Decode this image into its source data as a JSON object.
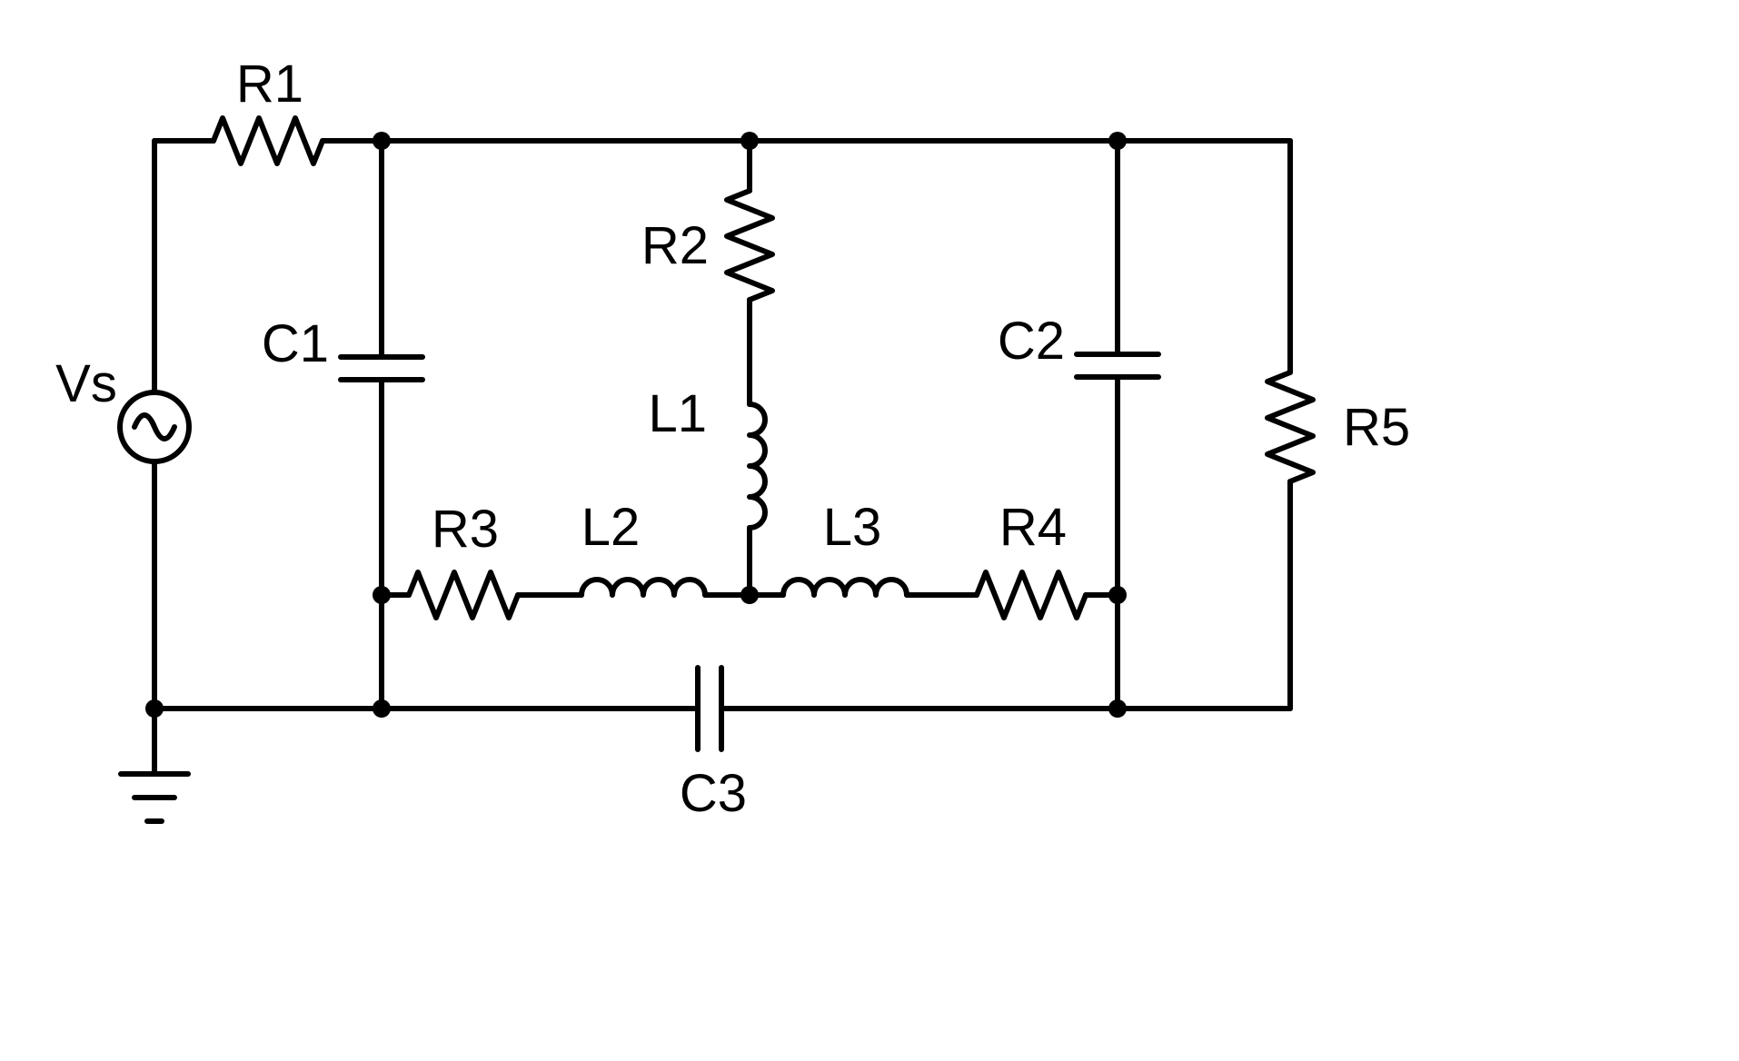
{
  "diagram": {
    "kind": "circuit-schematic",
    "description": "AC source driving an RLC ladder network",
    "colors": {
      "background": "#ffffff",
      "stroke": "#000000",
      "text": "#000000"
    }
  },
  "components": [
    {
      "id": "Vs",
      "type": "ac-voltage-source",
      "label": "Vs"
    },
    {
      "id": "R1",
      "type": "resistor",
      "label": "R1"
    },
    {
      "id": "C1",
      "type": "capacitor",
      "label": "C1"
    },
    {
      "id": "R2",
      "type": "resistor",
      "label": "R2"
    },
    {
      "id": "L1",
      "type": "inductor",
      "label": "L1"
    },
    {
      "id": "C2",
      "type": "capacitor",
      "label": "C2"
    },
    {
      "id": "R5",
      "type": "resistor",
      "label": "R5"
    },
    {
      "id": "R3",
      "type": "resistor",
      "label": "R3"
    },
    {
      "id": "L2",
      "type": "inductor",
      "label": "L2"
    },
    {
      "id": "L3",
      "type": "inductor",
      "label": "L3"
    },
    {
      "id": "R4",
      "type": "resistor",
      "label": "R4"
    },
    {
      "id": "C3",
      "type": "capacitor",
      "label": "C3"
    },
    {
      "id": "GND",
      "type": "ground",
      "label": ""
    }
  ]
}
